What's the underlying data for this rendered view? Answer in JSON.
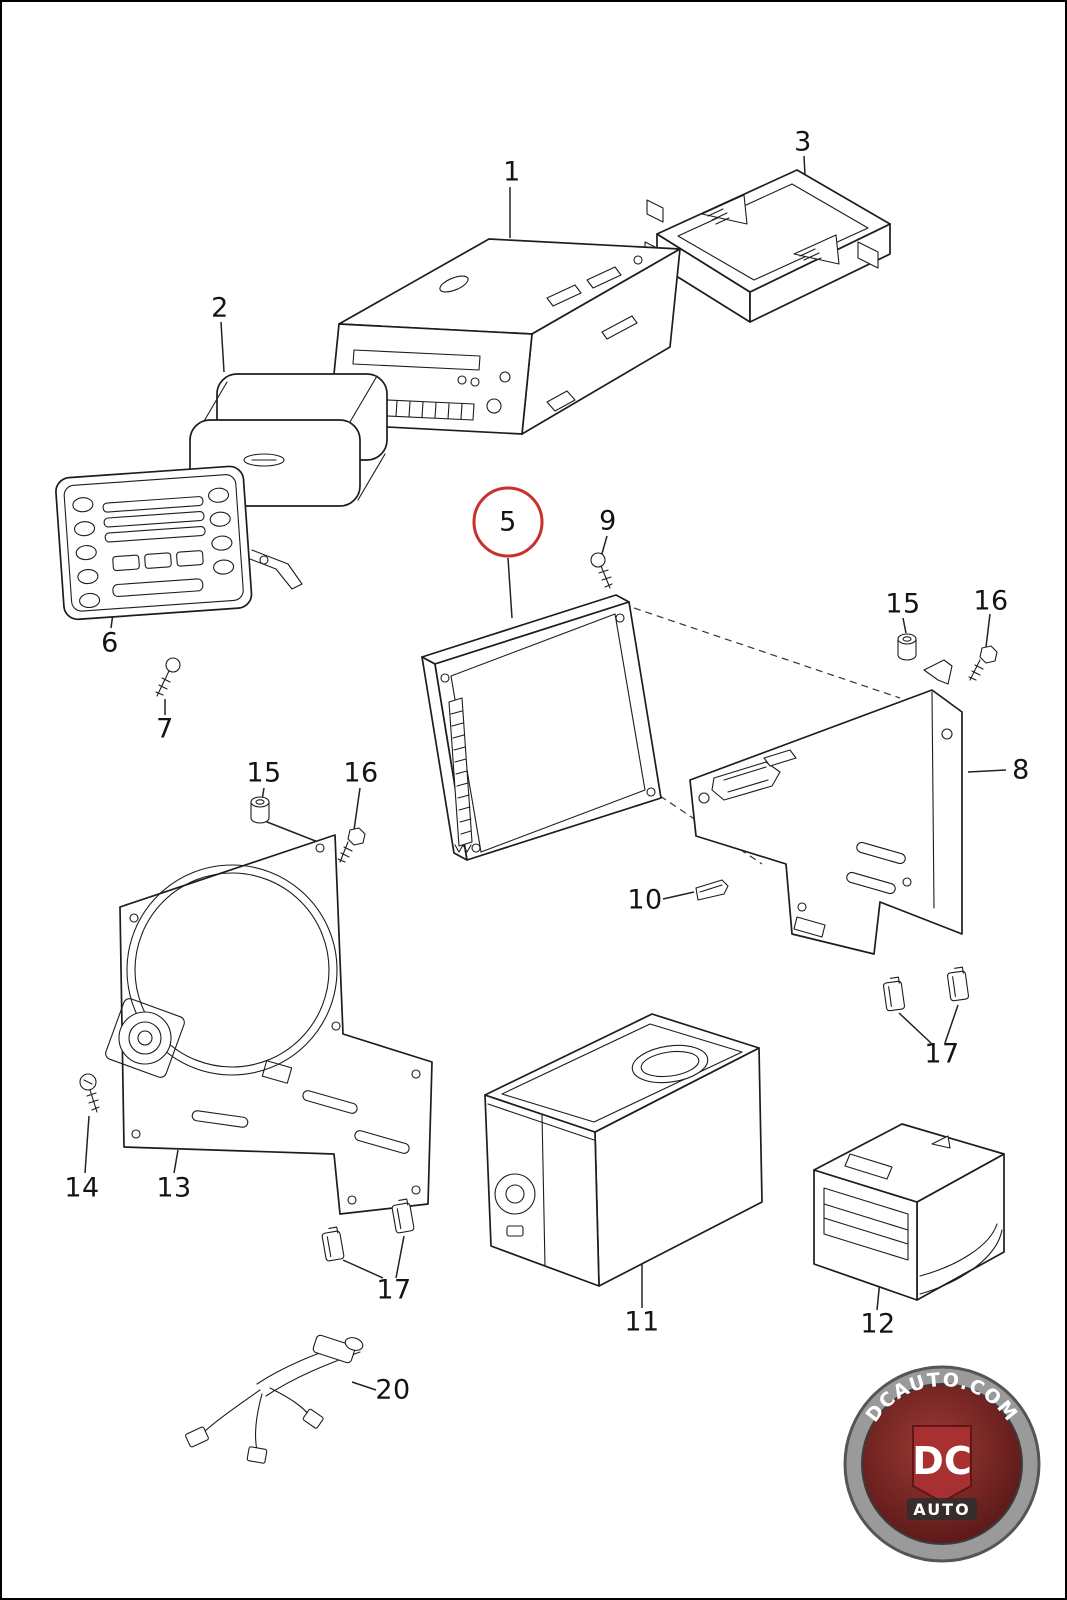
{
  "diagram": {
    "callouts": [
      {
        "label": "1"
      },
      {
        "label": "2"
      },
      {
        "label": "3"
      },
      {
        "label": "5"
      },
      {
        "label": "6"
      },
      {
        "label": "7"
      },
      {
        "label": "8"
      },
      {
        "label": "9"
      },
      {
        "label": "10"
      },
      {
        "label": "11"
      },
      {
        "label": "12"
      },
      {
        "label": "13"
      },
      {
        "label": "14"
      },
      {
        "label": "15"
      },
      {
        "label": "16"
      },
      {
        "label": "15"
      },
      {
        "label": "16"
      },
      {
        "label": "17"
      },
      {
        "label": "17"
      },
      {
        "label": "20"
      }
    ],
    "highlight": {
      "part_label": "5",
      "color": "#c9302c"
    },
    "logo": {
      "site": "DCAUTO.COM",
      "initials": "DC",
      "name": "AUTO"
    }
  }
}
